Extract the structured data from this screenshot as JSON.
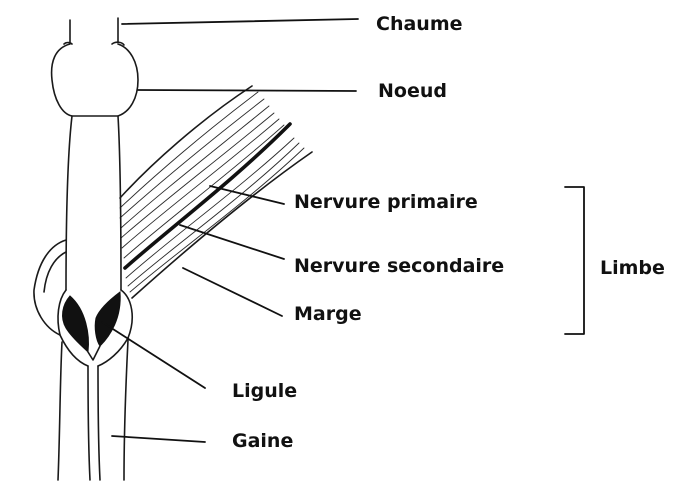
{
  "diagram": {
    "labels": {
      "chaume": "Chaume",
      "noeud": "Noeud",
      "nervure_primaire": "Nervure primaire",
      "nervure_secondaire": "Nervure secondaire",
      "marge": "Marge",
      "ligule": "Ligule",
      "gaine": "Gaine",
      "limbe": "Limbe"
    }
  }
}
